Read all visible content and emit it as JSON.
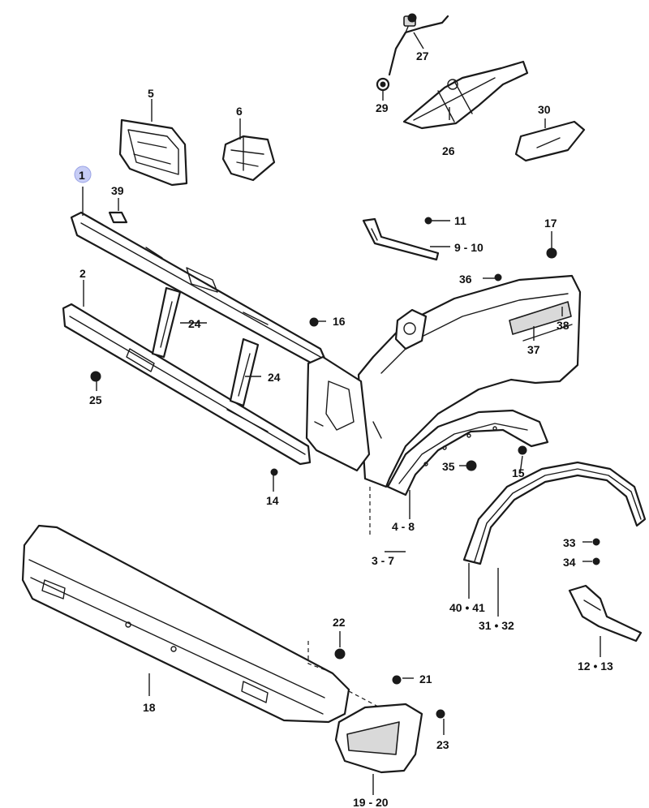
{
  "highlight_color": "#c7cdf5",
  "line_color": "#1a1a1a",
  "callouts": {
    "c1": "1",
    "c2": "2",
    "c3_7": "3 - 7",
    "c4_8": "4 - 8",
    "c5": "5",
    "c6": "6",
    "c9_10": "9 - 10",
    "c11": "11",
    "c12_13": "12 • 13",
    "c14": "14",
    "c15": "15",
    "c16": "16",
    "c17": "17",
    "c18": "18",
    "c19_20": "19 - 20",
    "c21": "21",
    "c22": "22",
    "c23": "23",
    "c24a": "24",
    "c24b": "24",
    "c25": "25",
    "c26": "26",
    "c27": "27",
    "c29": "29",
    "c30": "30",
    "c31_32": "31 • 32",
    "c33": "33",
    "c34": "34",
    "c35": "35",
    "c36": "36",
    "c37": "37",
    "c38": "38",
    "c39": "39",
    "c40_41": "40 • 41"
  }
}
